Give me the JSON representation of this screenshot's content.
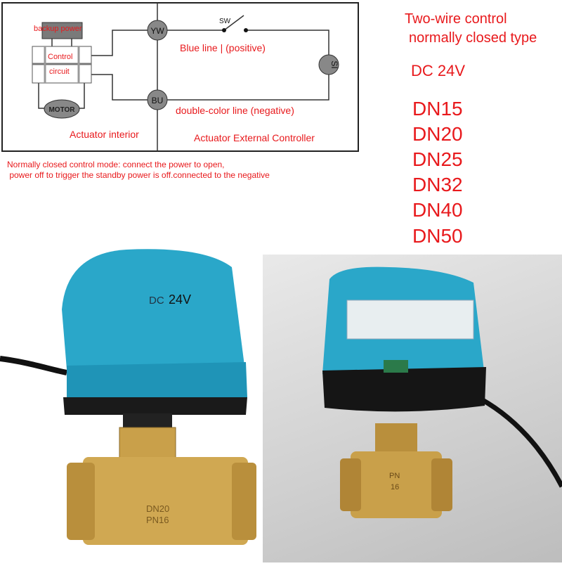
{
  "diagram": {
    "backup_power": "backup power",
    "control": "Control",
    "circuit": "circuit",
    "motor": "MOTOR",
    "yw": "YW",
    "bu": "BU",
    "sw": "SW",
    "si": "SI",
    "blue_line": "Blue line | (positive)",
    "double_color_line": "double-color line (negative)",
    "actuator_interior": "Actuator interior",
    "actuator_external": "Actuator External Controller"
  },
  "note": {
    "line1": "Normally closed control mode: connect the power to open,",
    "line2": " power off to trigger the standby power is off.connected to the negative"
  },
  "specs": {
    "title1": "Two-wire control",
    "title2": "normally closed type",
    "voltage": "DC  24V",
    "sizes": [
      "DN15",
      "DN20",
      "DN25",
      "DN32",
      "DN40",
      "DN50"
    ]
  },
  "photo_left": {
    "label_dc": "DC",
    "label_v": "24V",
    "body_mark1": "DN20",
    "body_mark2": "PN16"
  },
  "photo_right": {
    "body_mark1": "PN",
    "body_mark2": "16"
  },
  "colors": {
    "accent_text": "#e8191c",
    "actuator_blue": "#2aa7c9",
    "brass": "#c9a04a"
  }
}
